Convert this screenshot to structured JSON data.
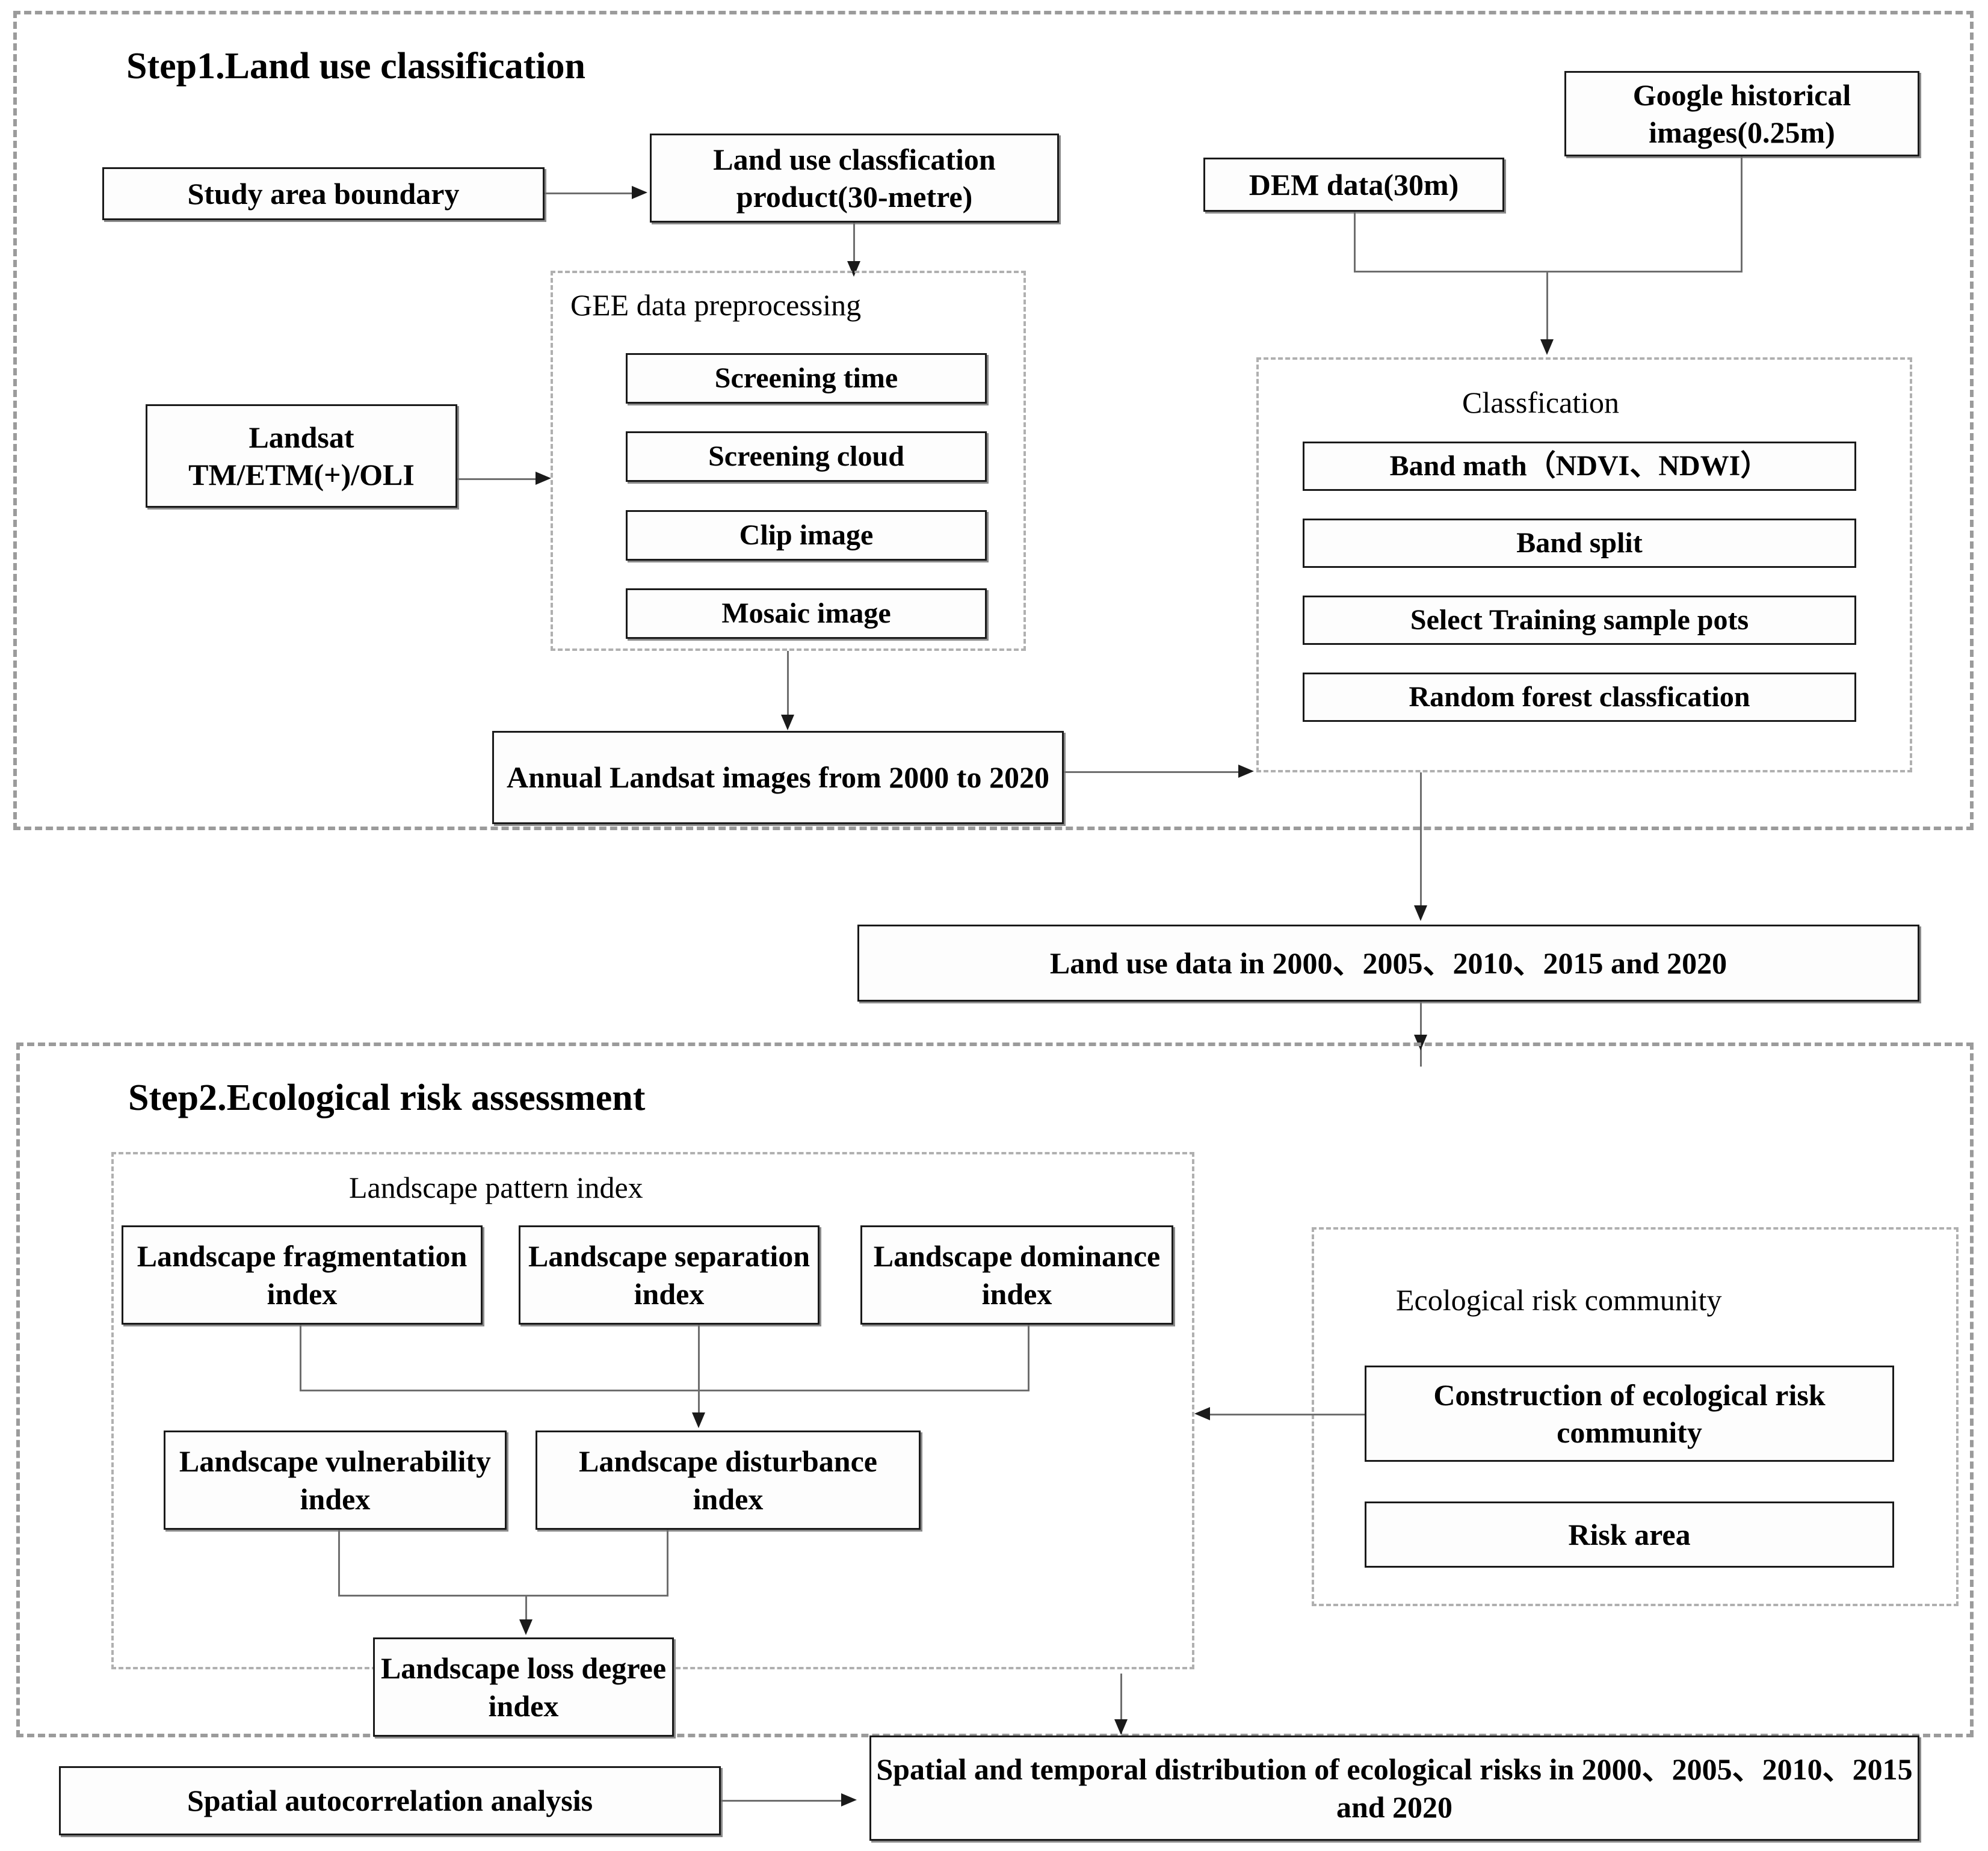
{
  "figure": {
    "type": "flowchart",
    "orientation": "top-to-bottom"
  },
  "step1": {
    "title": "Step1.Land use classification",
    "boxes": {
      "study_area_boundary": "Study area boundary",
      "land_use_product": "Land use classfication product(30-metre)",
      "dem_data": "DEM data(30m)",
      "google_images": "Google historical images(0.25m)",
      "landsat": "Landsat TM/ETM(+)/OLI",
      "annual_landsat": "Annual Landsat images from 2000 to 2020"
    },
    "gee_group": {
      "title": "GEE data preprocessing",
      "items": [
        "Screening time",
        "Screening cloud",
        "Clip image",
        "Mosaic image"
      ]
    },
    "classification_group": {
      "title": "Classfication",
      "items": [
        "Band math（NDVI、NDWI）",
        "Band split",
        "Select Training sample pots",
        "Random forest classfication"
      ]
    }
  },
  "bridge": {
    "land_use_data": "Land use data in 2000、2005、2010、2015 and 2020"
  },
  "step2": {
    "title": "Step2.Ecological risk assessment",
    "landscape_group": {
      "title": "Landscape pattern index",
      "row1": [
        "Landscape fragmentation index",
        "Landscape separation index",
        "Landscape dominance index"
      ],
      "row2": [
        "Landscape vulnerability index",
        "Landscape disturbance index"
      ],
      "row3": [
        "Landscape loss degree index"
      ]
    },
    "risk_community_group": {
      "title": "Ecological risk community",
      "items": [
        "Construction of ecological risk community",
        "Risk area"
      ]
    }
  },
  "footer": {
    "spatial_autocorrelation": "Spatial autocorrelation analysis",
    "result": "Spatial and temporal distribution of ecological risks in 2000、2005、2010、2015 and 2020"
  },
  "colors": {
    "line": "#6e6e6e",
    "arrow": "#1a1a1a",
    "box_border": "#1a1a1a",
    "dashed_border": "#9b9b9b",
    "background": "#ffffff"
  }
}
